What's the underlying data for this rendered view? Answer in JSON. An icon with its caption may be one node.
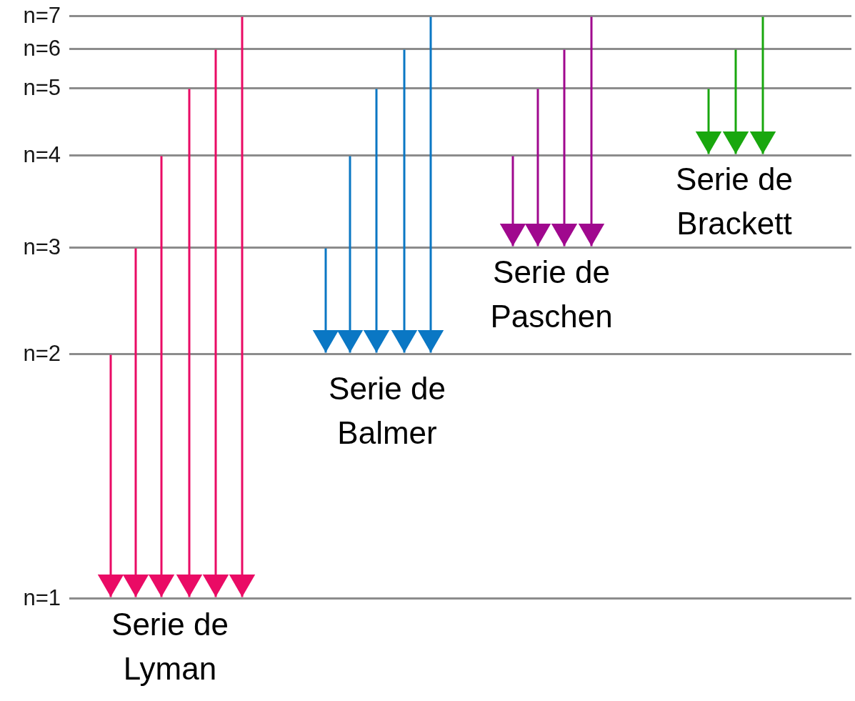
{
  "diagram": {
    "nodes": [
      {
        "text": [
          "n=7"
        ]
      },
      {
        "text": [
          "n=6"
        ]
      },
      {
        "text": [
          "n=5"
        ]
      },
      {
        "text": [
          "n=4"
        ]
      },
      {
        "text": [
          "n=3"
        ]
      },
      {
        "text": [
          "n=2"
        ]
      },
      {
        "text": [
          "n=1"
        ]
      }
    ],
    "edges": [
      {
        "from": 5,
        "to": 6,
        "arrow": "to",
        "color": "#ea0b65"
      },
      {
        "from": 4,
        "to": 6,
        "arrow": "to",
        "color": "#ea0b65"
      },
      {
        "from": 3,
        "to": 6,
        "arrow": "to",
        "color": "#ea0b65"
      },
      {
        "from": 2,
        "to": 6,
        "arrow": "to",
        "color": "#ea0b65"
      },
      {
        "from": 1,
        "to": 6,
        "arrow": "to",
        "color": "#ea0b65"
      },
      {
        "from": 0,
        "to": 6,
        "arrow": "to",
        "color": "#ea0b65"
      },
      {
        "from": 4,
        "to": 5,
        "arrow": "to",
        "color": "#0a77c4"
      },
      {
        "from": 3,
        "to": 5,
        "arrow": "to",
        "color": "#0a77c4"
      },
      {
        "from": 2,
        "to": 5,
        "arrow": "to",
        "color": "#0a77c4"
      },
      {
        "from": 1,
        "to": 5,
        "arrow": "to",
        "color": "#0a77c4"
      },
      {
        "from": 0,
        "to": 5,
        "arrow": "to",
        "color": "#0a77c4"
      },
      {
        "from": 3,
        "to": 4,
        "arrow": "to",
        "color": "#a0088e"
      },
      {
        "from": 2,
        "to": 4,
        "arrow": "to",
        "color": "#a0088e"
      },
      {
        "from": 1,
        "to": 4,
        "arrow": "to",
        "color": "#a0088e"
      },
      {
        "from": 0,
        "to": 4,
        "arrow": "to",
        "color": "#a0088e"
      },
      {
        "from": 2,
        "to": 3,
        "arrow": "to",
        "color": "#19a70e"
      },
      {
        "from": 1,
        "to": 3,
        "arrow": "to",
        "color": "#19a70e"
      },
      {
        "from": 0,
        "to": 3,
        "arrow": "to",
        "color": "#19a70e"
      }
    ],
    "labels": [
      "Serie de Lyman",
      "Serie de Balmer",
      "Serie de Paschen",
      "Serie de Brackett"
    ]
  }
}
